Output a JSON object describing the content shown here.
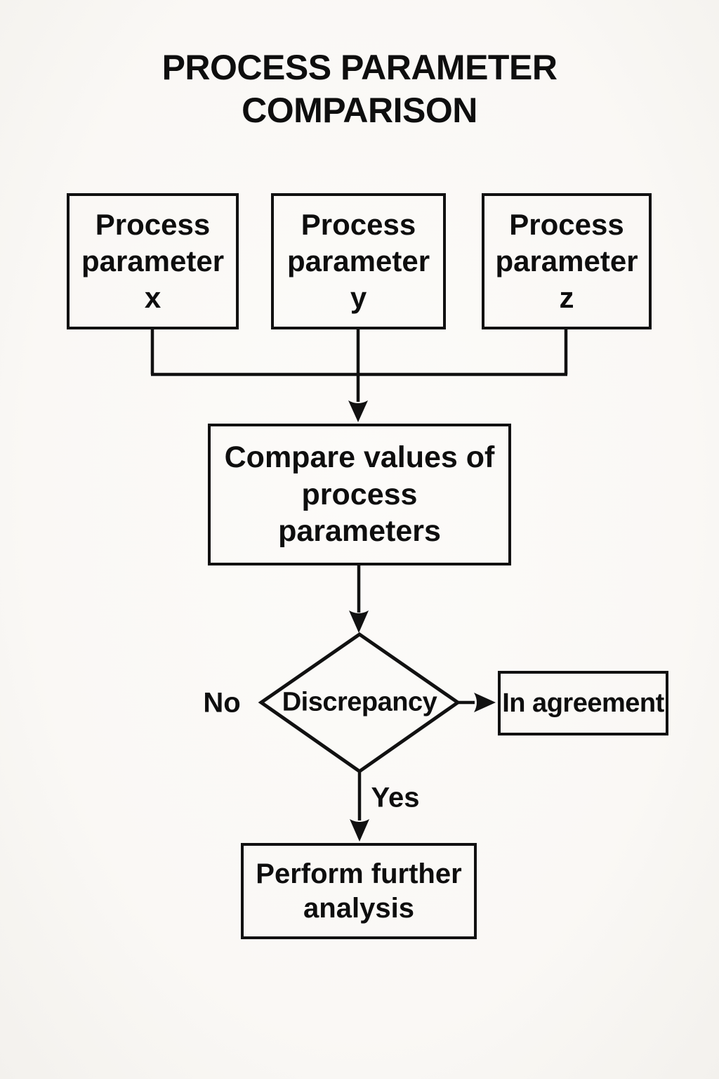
{
  "page": {
    "background_color": "#faf8f5",
    "ink_color": "#111111"
  },
  "title": "PROCESS PARAMETER\nCOMPARISON",
  "flowchart": {
    "inputs": [
      {
        "id": "x",
        "label": "Process parameter x"
      },
      {
        "id": "y",
        "label": "Process parameter y"
      },
      {
        "id": "z",
        "label": "Process parameter z"
      }
    ],
    "process": {
      "label": "Compare values of process parameters"
    },
    "decision": {
      "label": "Discrepancy"
    },
    "branches": {
      "no_label": "No",
      "yes_label": "Yes"
    },
    "outcomes": {
      "no": {
        "label": "In agreement"
      },
      "yes": {
        "label": "Perform further analysis"
      }
    }
  }
}
